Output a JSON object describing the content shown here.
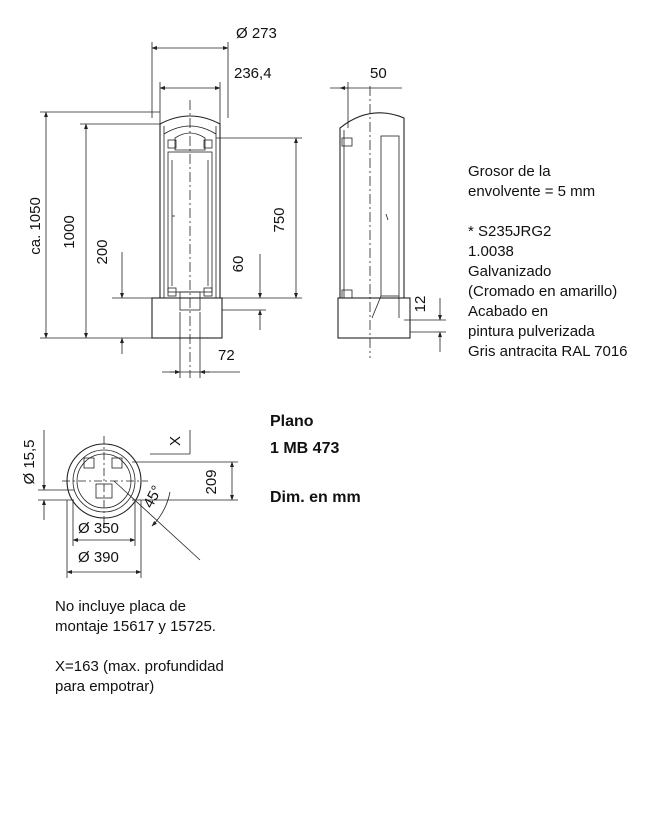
{
  "dimensions": {
    "d273": "Ø 273",
    "d236": "236,4",
    "d50": "50",
    "h1050": "ca. 1050",
    "h1000": "1000",
    "h200": "200",
    "h750": "750",
    "h60": "60",
    "w72": "72",
    "h12": "12",
    "d15": "Ø 15,5",
    "x": "X",
    "d209": "209",
    "a45": "45°",
    "d350": "Ø 350",
    "d390": "Ø 390"
  },
  "specs": {
    "lines": [
      "Grosor de la",
      "envolvente = 5 mm",
      "",
      "* S235JRG2",
      "1.0038",
      "Galvanizado",
      "(Cromado en amarillo)",
      "Acabado en",
      "pintura pulverizada",
      "Gris antracita RAL 7016"
    ]
  },
  "plan": {
    "label": "Plano",
    "code": "1 MB 473",
    "units": "Dim. en mm"
  },
  "footnotes": {
    "lines": [
      "No incluye placa de",
      "montaje 15617 y 15725.",
      "",
      "X=163 (max. profundidad",
      "para empotrar)"
    ]
  }
}
